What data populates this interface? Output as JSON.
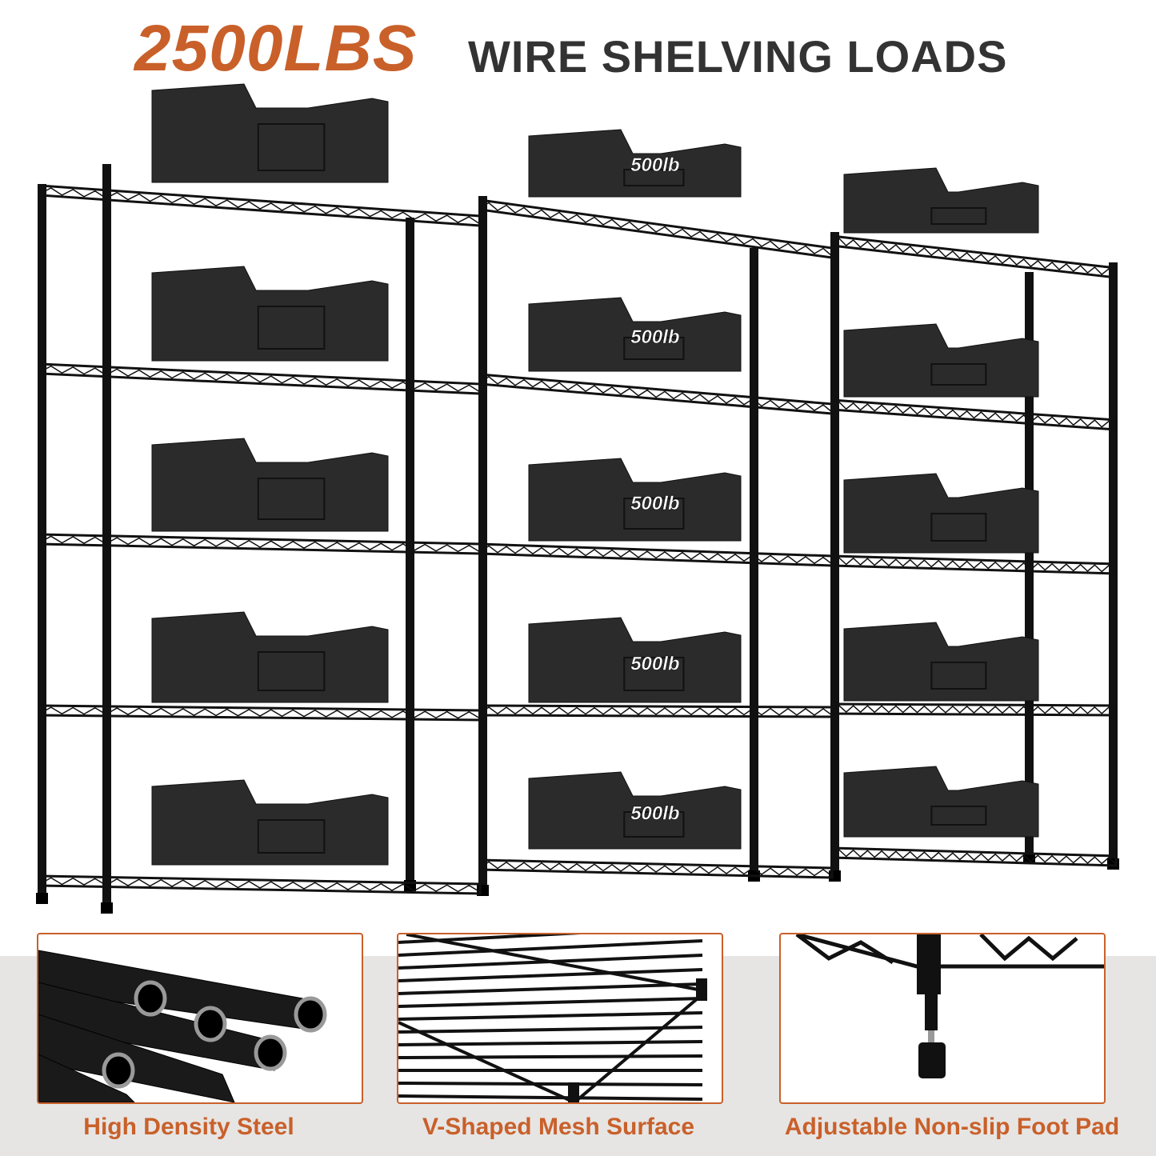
{
  "title": {
    "highlight": "2500LBS",
    "rest": "WIRE SHELVING LOADS"
  },
  "weight_label": "500lb",
  "colors": {
    "accent": "#c9602a",
    "text_dark": "#333333",
    "metal": "#111111",
    "panel_bg": "#e6e5e3"
  },
  "features": [
    {
      "label": "High Density Steel",
      "icon": "steel-poles-icon"
    },
    {
      "label": "V-Shaped Mesh Surface",
      "icon": "mesh-shelf-icon"
    },
    {
      "label": "Adjustable Non-slip Foot Pad",
      "icon": "foot-pad-icon"
    }
  ]
}
